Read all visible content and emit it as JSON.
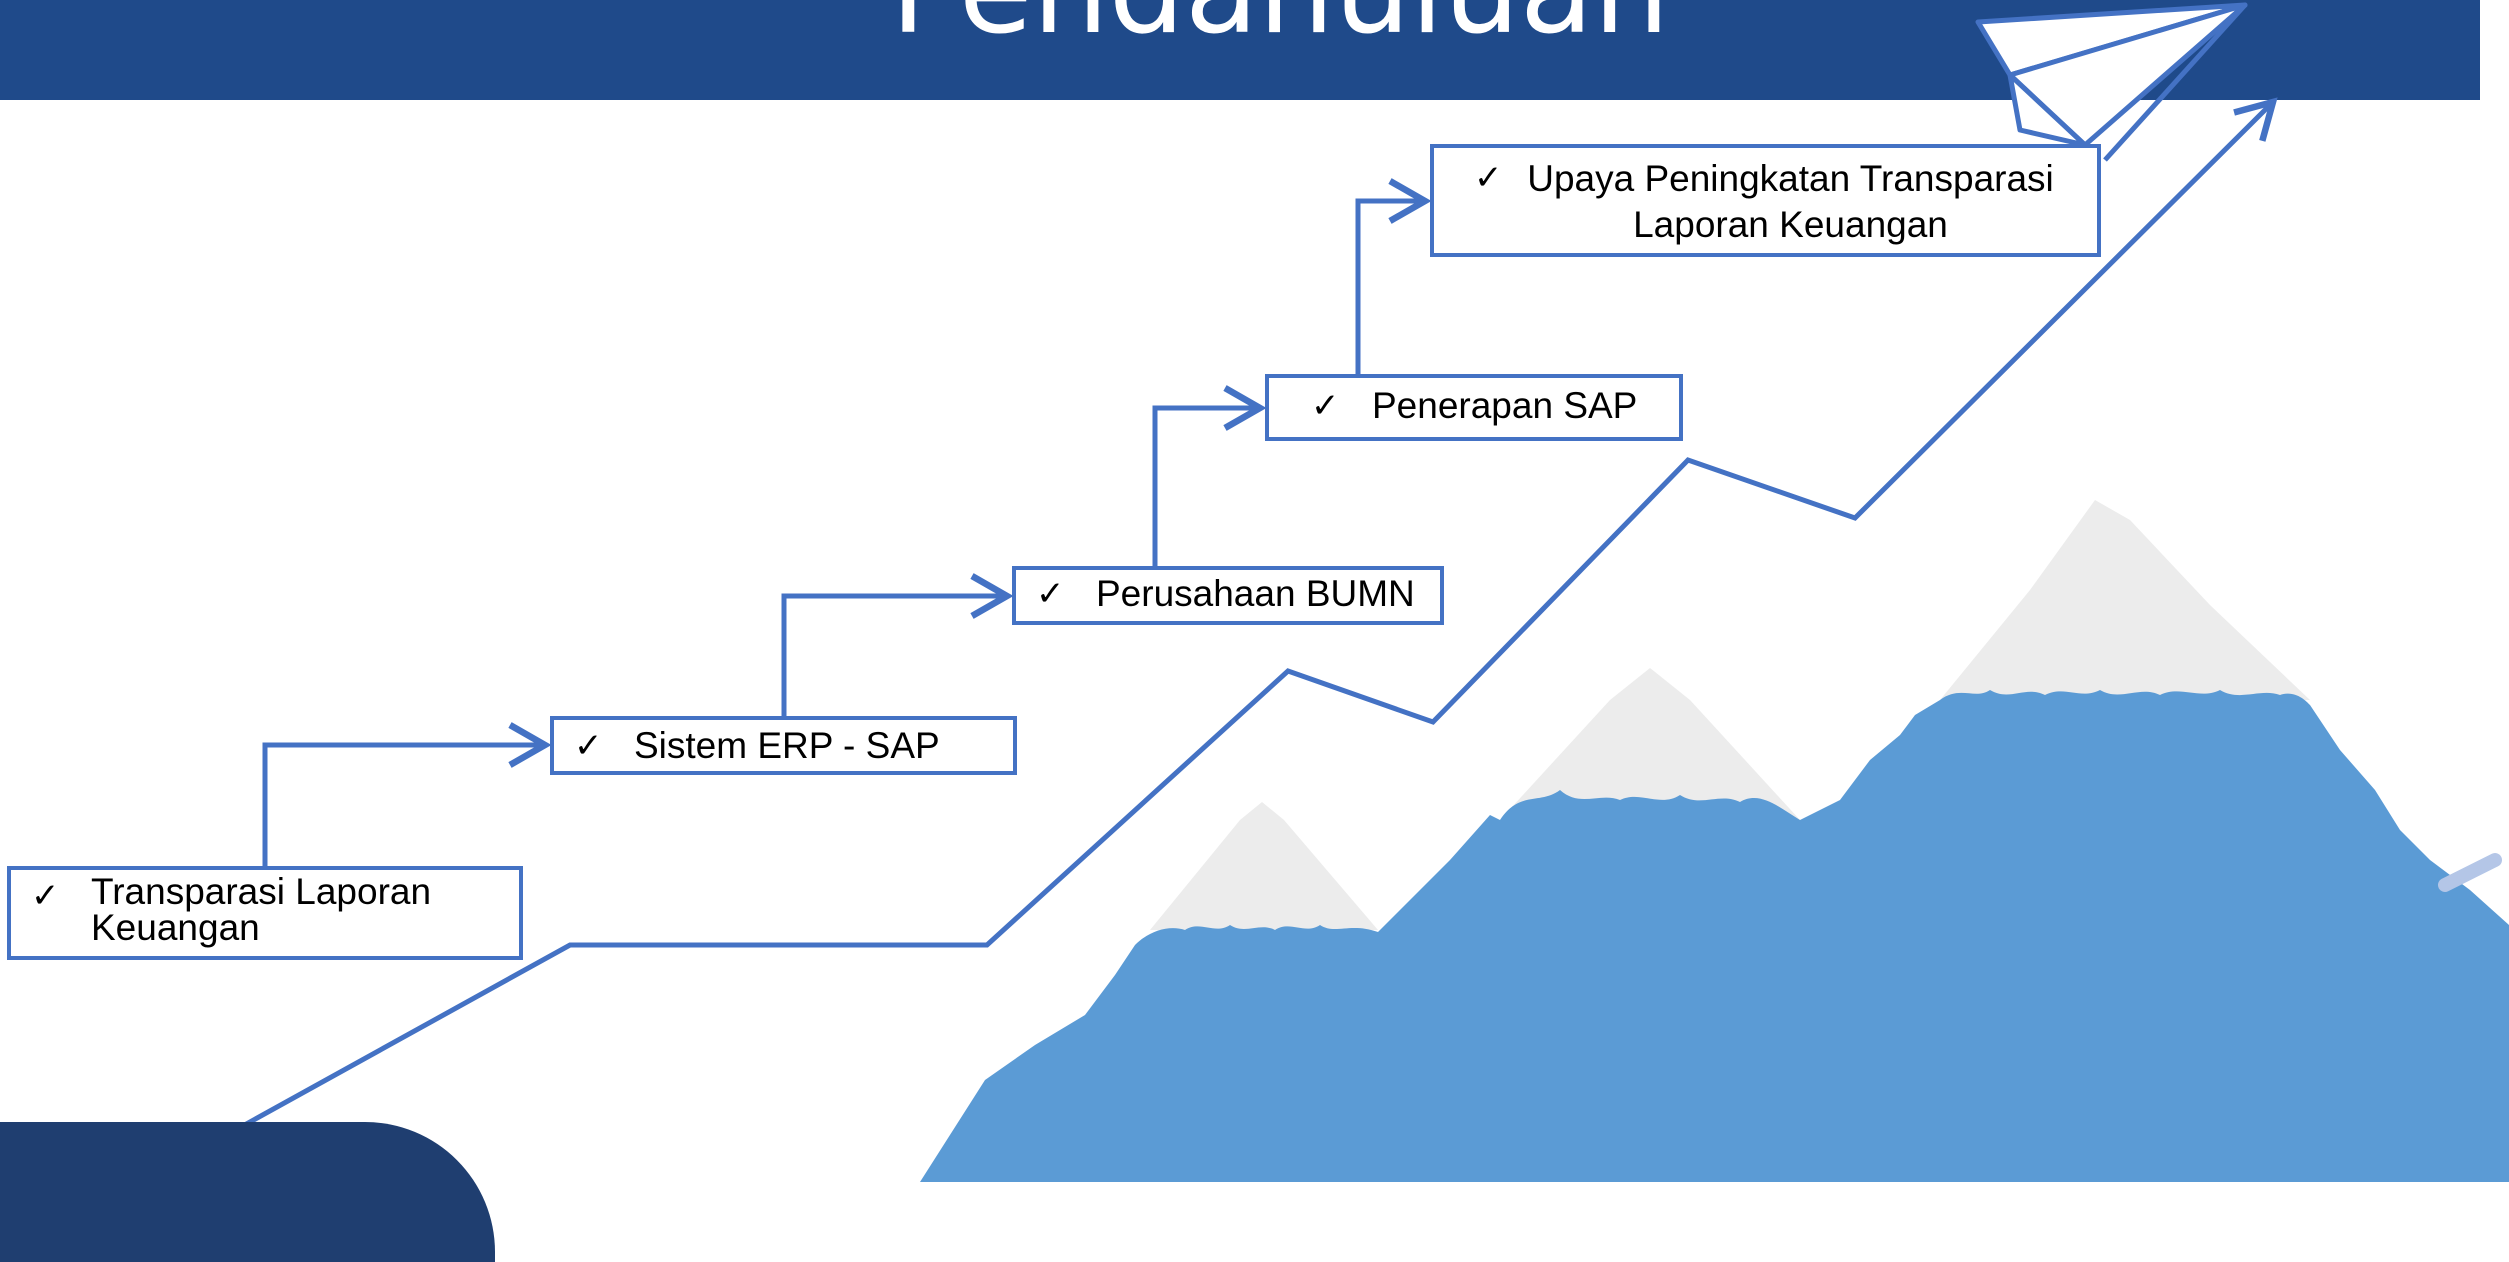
{
  "header": {
    "title": "Pendahuluan"
  },
  "steps": [
    {
      "check": "✓",
      "label": "Transparasi Laporan Keuangan"
    },
    {
      "check": "✓",
      "label": "Sistem ERP - SAP"
    },
    {
      "check": "✓",
      "label": "Perusahaan BUMN"
    },
    {
      "check": "✓",
      "label": "Penerapan SAP"
    },
    {
      "check": "✓",
      "label": "Upaya Peningkatan Transparasi Laporan Keuangan"
    }
  ],
  "colors": {
    "banner": "#1f4a8a",
    "outline": "#4472c4",
    "mountain": "#5b9bd5",
    "snow": "#ececec",
    "badge": "#1f3e70"
  },
  "icons": [
    "paper-plane-icon",
    "mountain-illustration",
    "growth-line-arrow",
    "logo-emblem"
  ]
}
